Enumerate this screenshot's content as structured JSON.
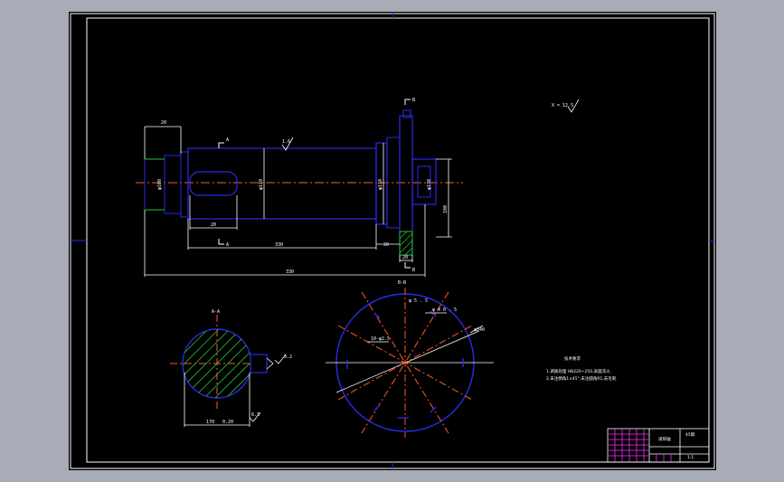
{
  "colors": {
    "background": "#a7acb7",
    "sheet": "#000000",
    "frame": "#ffffff",
    "outline": "#2a2ae8",
    "dimension": "#ffffff",
    "centerline": "#ff5a2a",
    "hatch": "#22c22a",
    "title_block": "#ff2bff"
  },
  "labels": {
    "section_mark_a_top": "A",
    "section_mark_a_bottom": "A",
    "section_mark_b_top": "B",
    "section_mark_b_bottom": "B",
    "section_aa_title": "A-A",
    "section_bb_title": "B-B",
    "roughness_main": "1.6",
    "roughness_corner": "X = 12.5",
    "roughness_keyway": "3.2",
    "roughness_section": "6.3",
    "dim_shoulder_width": "20",
    "dim_keyway_length": "20",
    "dim_shaft_length": "330",
    "dim_total_length": "330",
    "dim_flange_gap": "20",
    "dim_flange_width": "20",
    "dim_flange_height": "100",
    "dim_left_dia": "φ100",
    "dim_mid_dia": "φ110",
    "dim_right_dia": "φ110",
    "dim_flange_dia": "φ130",
    "dim_keyway_depth": "170",
    "dim_key_width": "0.20",
    "dim_bolt_circle": "10-φ2.5",
    "dim_bolt_ref": "φ 5 . 5",
    "dim_bolt_pos": "φ 4 0 . 5",
    "dim_plate_dia": "φ240"
  },
  "notes": {
    "heading": "技术要求",
    "line1": "1.调质处理 HB220~250,表面淬火.",
    "line2": "2.未注倒角1×45°,未注圆角R1,去毛刺."
  },
  "title_block": {
    "drawing_name": "滚筒轴",
    "drawing_code": "45钢",
    "scale": "1:1"
  }
}
